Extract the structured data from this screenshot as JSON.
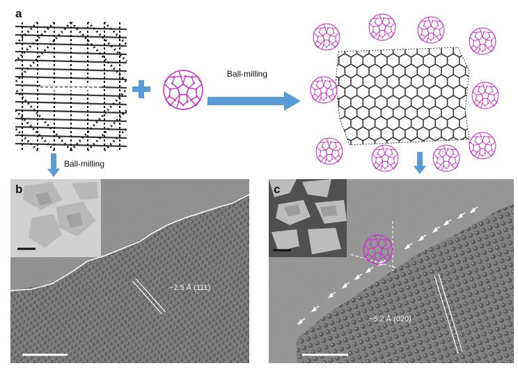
{
  "figure": {
    "panel_a": {
      "letter": "a"
    },
    "panel_b": {
      "letter": "b",
      "lattice_annotation": "~2.5 Å (111)"
    },
    "panel_c": {
      "letter": "c",
      "lattice_annotation": "~5.2 Å (020)"
    },
    "process_label_horizontal": "Ball-milling",
    "process_label_vertical": "Ball-milling"
  },
  "colors": {
    "fullerene": "#cc33cc",
    "arrow": "#5b9bd5",
    "graphene": "#333333",
    "tem_background": "#8a8a8a"
  },
  "icons": [
    "plus-icon",
    "fullerene-icon",
    "arrow-right-icon",
    "arrow-down-icon"
  ]
}
